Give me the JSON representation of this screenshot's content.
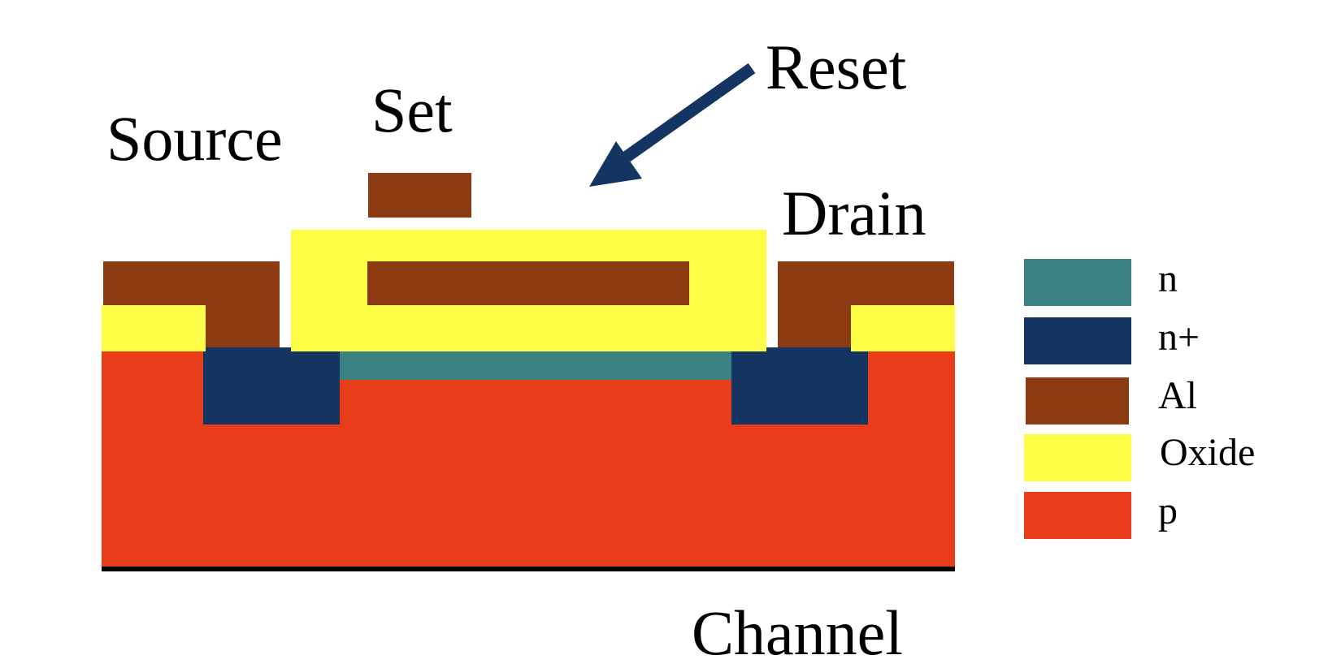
{
  "labels": {
    "source": "Source",
    "set": "Set",
    "reset": "Reset",
    "drain": "Drain",
    "channel": "Channel"
  },
  "legend": [
    {
      "label": "n",
      "color": "#3a8282"
    },
    {
      "label": "n+",
      "color": "#143462"
    },
    {
      "label": "Al",
      "color": "#8b3a12"
    },
    {
      "label": "Oxide",
      "color": "#fdfd45"
    },
    {
      "label": "p",
      "color": "#e83c1b"
    }
  ],
  "colors": {
    "n": "#3a8282",
    "n_plus": "#143462",
    "al": "#8b3a12",
    "oxide": "#fdfd45",
    "p": "#e83c1b",
    "arrow": "#143462",
    "baseline": "#000000"
  },
  "icons": {
    "arrow": "arrow-down-left-icon"
  }
}
